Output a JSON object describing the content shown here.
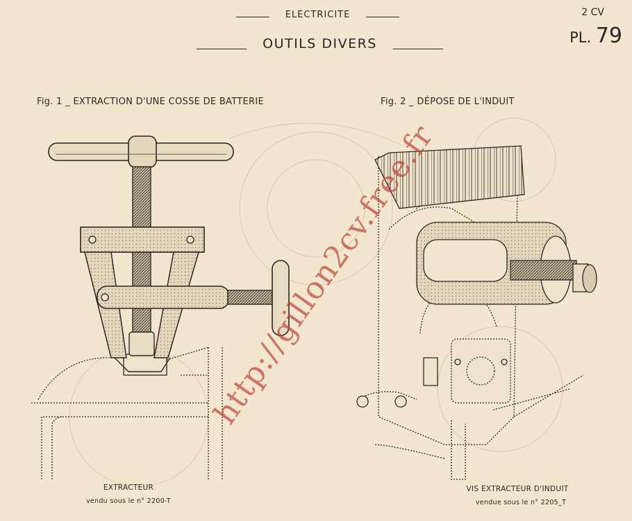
{
  "header": {
    "section": "ELECTRICITE",
    "title": "OUTILS DIVERS",
    "model": "2 CV",
    "plate_prefix": "PL.",
    "plate_number": "79"
  },
  "figures": [
    {
      "caption": "Fig. 1 _ EXTRACTION D'UNE COSSE DE BATTERIE",
      "tool_name": "EXTRACTEUR",
      "tool_ref": "vendu sous le n° 2200-T"
    },
    {
      "caption": "Fig. 2 _ DÉPOSE DE L'INDUIT",
      "tool_name": "VIS EXTRACTEUR D'INDUIT",
      "tool_ref": "vendue sous le n° 2205_T"
    }
  ],
  "watermark": "http://gillon2cv.free.fr"
}
